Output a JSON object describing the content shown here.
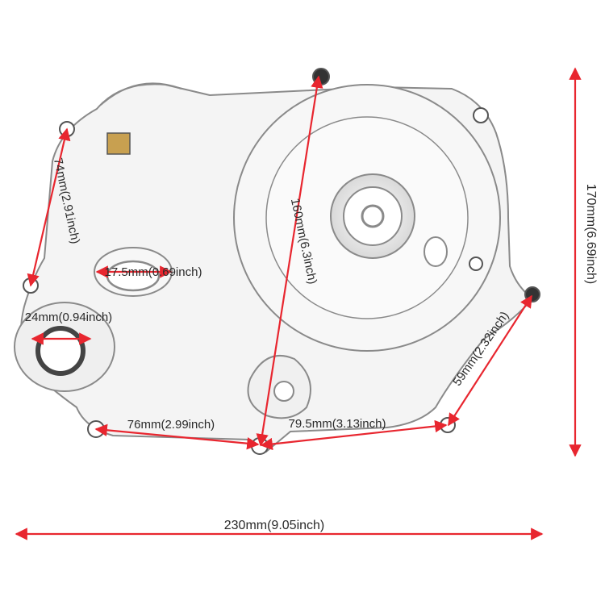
{
  "colors": {
    "dimension_red": "#e8262f",
    "casing_outline": "#8a8a8a",
    "casing_fill": "#f4f4f4",
    "label_text": "#2a2a2a"
  },
  "dimensions": {
    "overall_width": "230mm(9.05inch)",
    "overall_height": "170mm(6.69inch)",
    "cover_diameter": "160mm(6.3inch)",
    "left_edge": "74mm(2.91inch)",
    "bore_small": "17.5mm(0.69inch)",
    "bore_large": "24mm(0.94inch)",
    "bottom_left": "76mm(2.99inch)",
    "bottom_mid": "79.5mm(3.13inch)",
    "right_edge": "59mm(2.32inch)"
  }
}
